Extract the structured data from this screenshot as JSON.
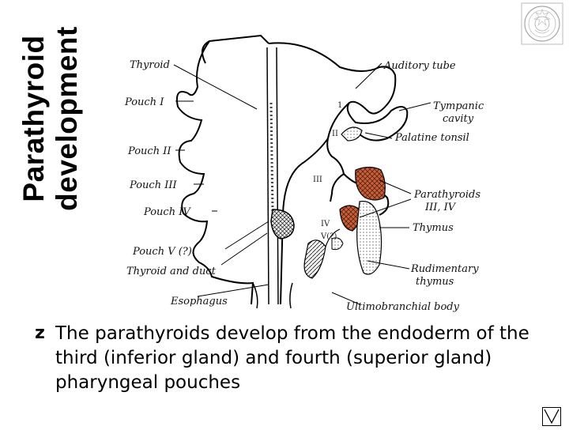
{
  "slide": {
    "title_line1": "Parathyroid",
    "title_line2": "development"
  },
  "diagram": {
    "labels": {
      "thyroid": "Thyroid",
      "pouch1": "Pouch I",
      "pouch2": "Pouch II",
      "pouch3": "Pouch III",
      "pouch4": "Pouch IV",
      "pouch5": "Pouch V (?)",
      "thyroid_duct": "Thyroid and duct",
      "esophagus": "Esophagus",
      "auditory_tube": "Auditory tube",
      "tympanic_line1": "Tympanic",
      "tympanic_line2": "cavity",
      "palatine_tonsil": "Palatine tonsil",
      "parathyroids_line1": "Parathyroids",
      "parathyroids_line2": "III, IV",
      "thymus": "Thymus",
      "rudimentary_line1": "Rudimentary",
      "rudimentary_line2": "thymus",
      "ultimobranchial": "Ultimobranchial body"
    },
    "numerals": {
      "n1": "1",
      "n2": "II",
      "n3": "III",
      "n4": "IV",
      "n5": "V(?)"
    },
    "colors": {
      "parathyroid_fill": "#c8603a",
      "line": "#000000"
    }
  },
  "content": {
    "bullet_icon": "z-bullet-icon",
    "bullet_marker": "z",
    "bullet_text": "The parathyroids develop from the endoderm of the third (inferior gland) and fourth (superior gland) pharyngeal pouches"
  },
  "icons": {
    "logo": "university-seal-icon",
    "nav": "return-arrow-icon"
  }
}
